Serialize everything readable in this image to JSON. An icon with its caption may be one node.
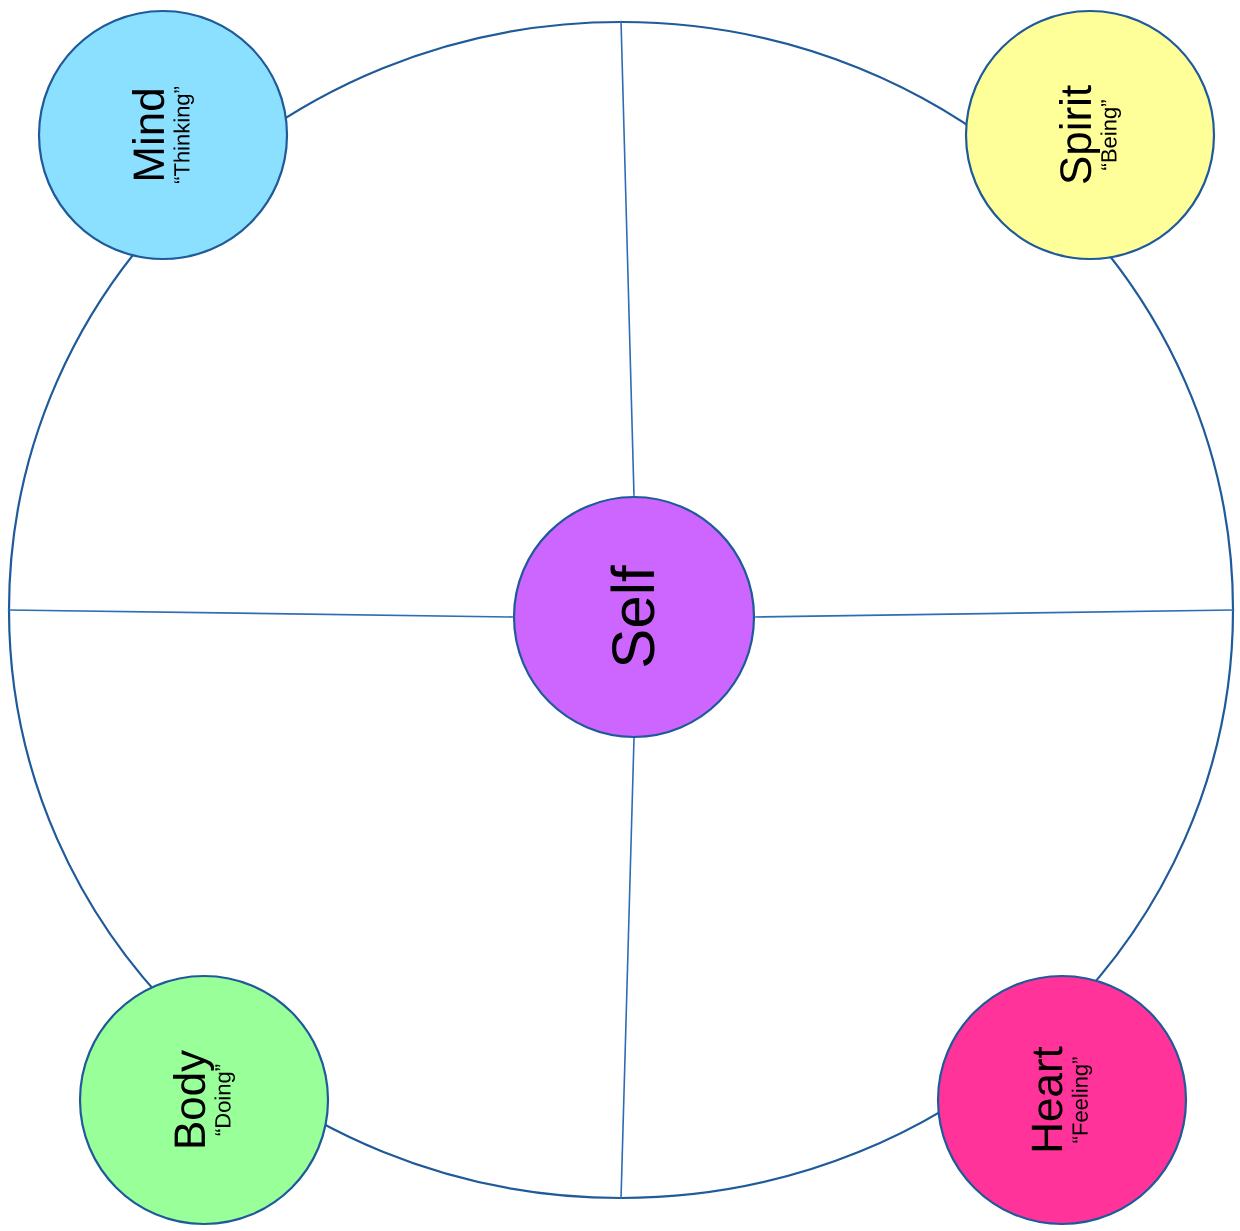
{
  "diagram": {
    "nodes": [
      {
        "text": [],
        "shape": "circle"
      },
      {
        "text": [
          "Mind",
          "“Thinking”"
        ]
      },
      {
        "text": [
          "Spirit",
          "“Being”"
        ]
      },
      {
        "text": [
          "Self"
        ],
        "in": 0
      },
      {
        "text": [
          "Body",
          "“Doing”"
        ]
      },
      {
        "text": [
          "Heart",
          "“Feeling”"
        ]
      }
    ],
    "edges": [
      {
        "from": 3,
        "to": 0,
        "arrow": "none"
      },
      {
        "from": 3,
        "to": 0,
        "arrow": "none"
      },
      {
        "from": 3,
        "to": 0,
        "arrow": "none"
      },
      {
        "from": 3,
        "to": 0,
        "arrow": "none"
      }
    ]
  }
}
